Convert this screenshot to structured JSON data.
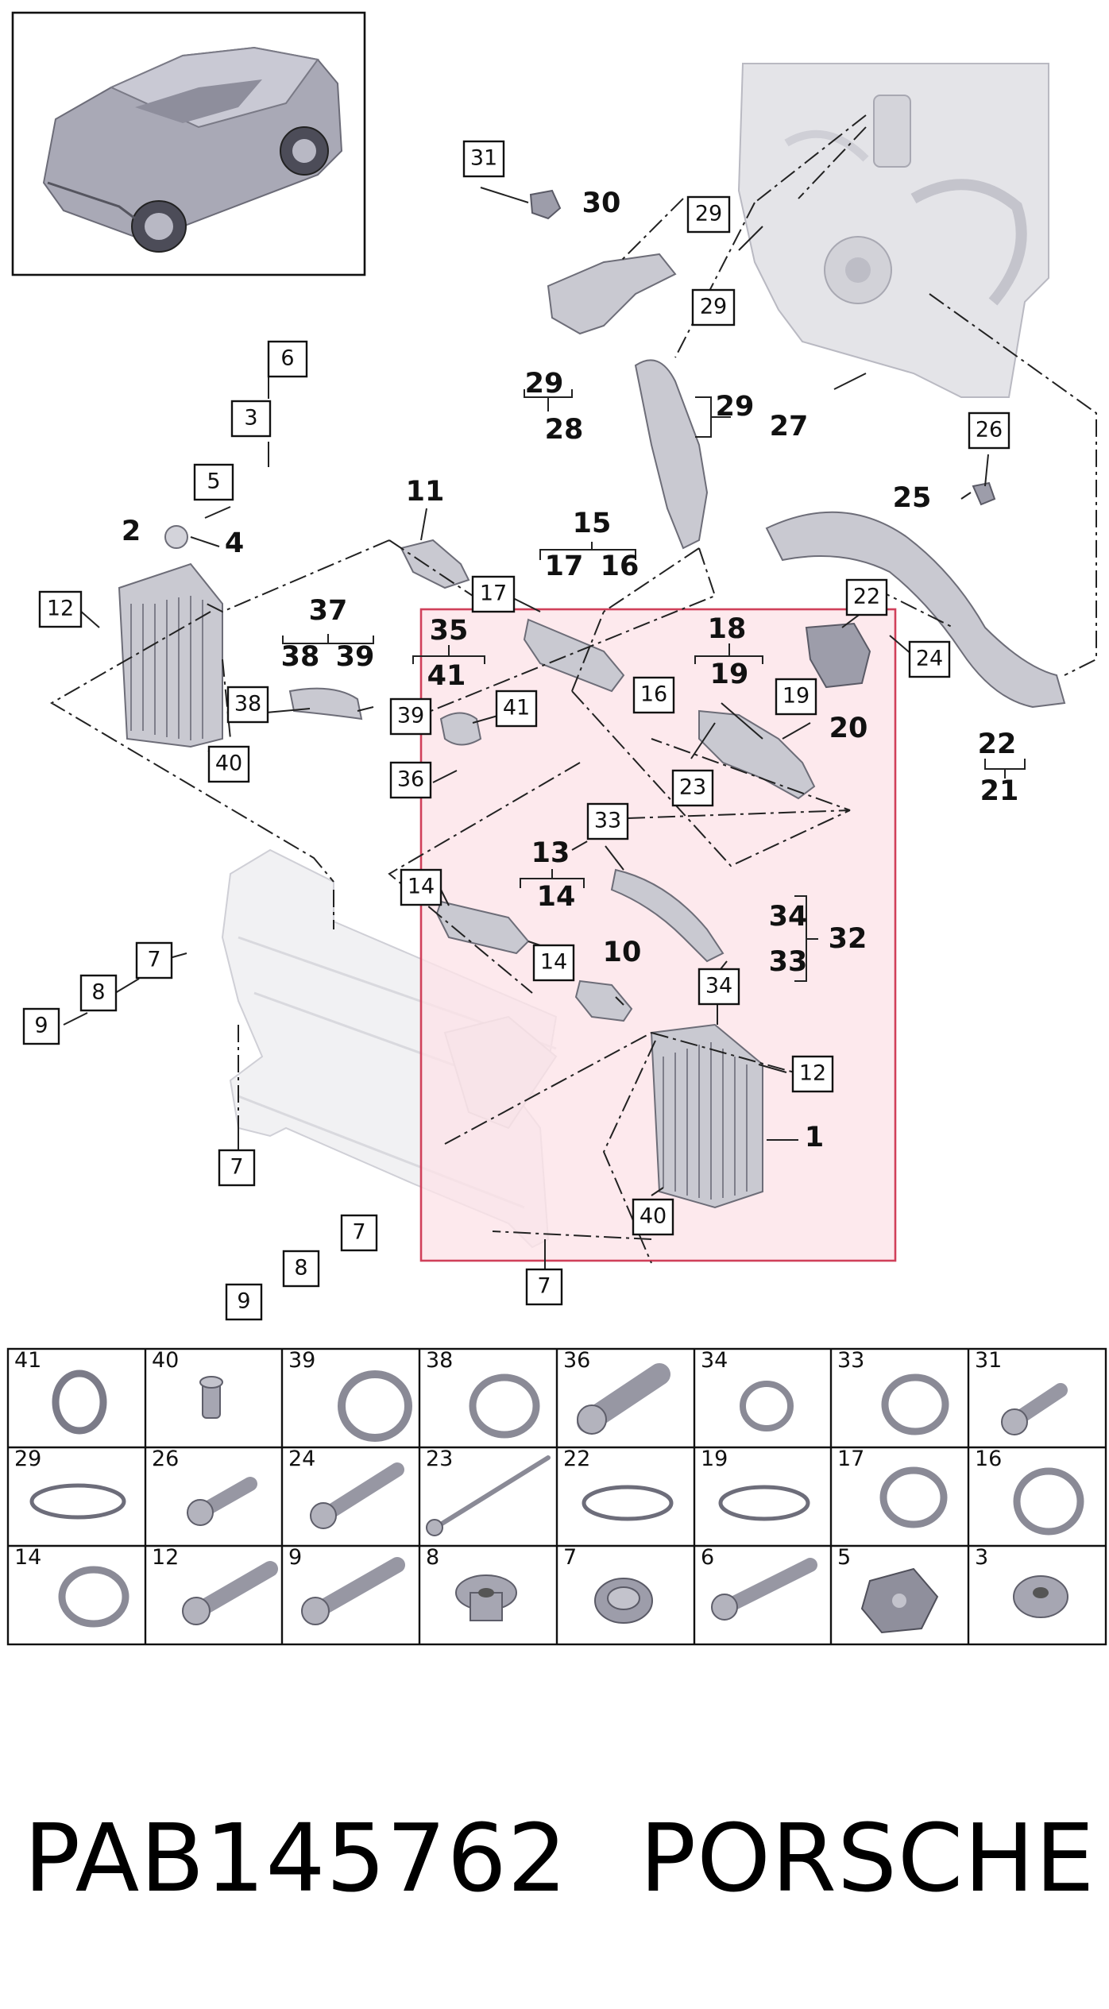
{
  "diagram": {
    "callouts": {
      "c6": "6",
      "c3": "3",
      "c5": "5",
      "c2": "2",
      "c4": "4",
      "c12a": "12",
      "c31": "31",
      "c30": "30",
      "c29a": "29",
      "c29b": "29",
      "c29c": "29",
      "c28": "28",
      "c29d": "29",
      "c27": "27",
      "c26": "26",
      "c25": "25",
      "c11": "11",
      "c15": "15",
      "c17a": "17",
      "c16a": "16",
      "c17b": "17",
      "c37": "37",
      "c38a": "38",
      "c39a": "39",
      "c38b": "38",
      "c39b": "39",
      "c40a": "40",
      "c35": "35",
      "c41a": "41",
      "c41b": "41",
      "c36": "36",
      "c18": "18",
      "c19a": "19",
      "c16b": "16",
      "c19b": "19",
      "c20": "20",
      "c23": "23",
      "c22a": "22",
      "c24": "24",
      "c22b": "22",
      "c21": "21",
      "c33": "33",
      "c13": "13",
      "c14a": "14",
      "c14b": "14",
      "c14c": "14",
      "c34a": "34",
      "c32": "32",
      "c33b": "33",
      "c10": "10",
      "c34b": "34",
      "c12b": "12",
      "c1": "1",
      "c40b": "40",
      "c7a": "7",
      "c8a": "8",
      "c9a": "9",
      "c7b": "7",
      "c7c": "7",
      "c8b": "8",
      "c9b": "9",
      "c7d": "7"
    }
  },
  "parts_table": {
    "row1": [
      "41",
      "40",
      "39",
      "38",
      "36",
      "34",
      "33",
      "31"
    ],
    "row2": [
      "29",
      "26",
      "24",
      "23",
      "22",
      "19",
      "17",
      "16"
    ],
    "row3": [
      "14",
      "12",
      "9",
      "8",
      "7",
      "6",
      "5",
      "3"
    ]
  },
  "footer": {
    "part_number": "PAB145762",
    "brand": "PORSCHE"
  },
  "colors": {
    "highlight_fill": "#fde3e8",
    "highlight_stroke": "#d0405a"
  }
}
